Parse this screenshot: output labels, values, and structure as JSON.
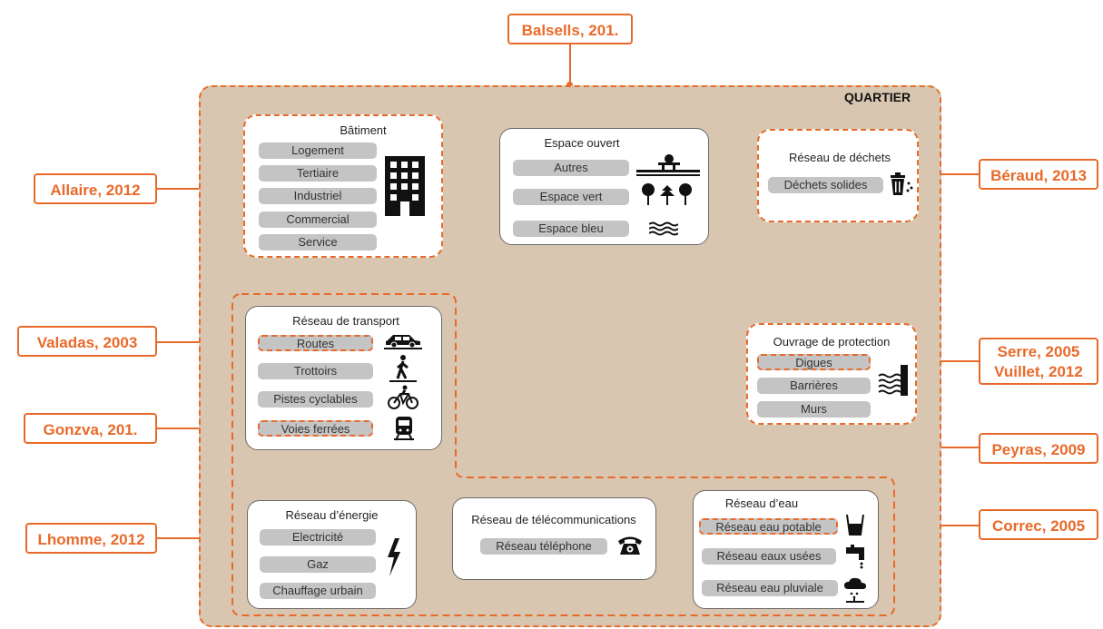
{
  "quartier": {
    "title": "QUARTIER"
  },
  "refs": {
    "balsells": "Balsells, 201.",
    "allaire": "Allaire, 2012",
    "valadas": "Valadas, 2003",
    "gonzva": "Gonzva, 201.",
    "lhomme": "Lhomme, 2012",
    "beraud": "Béraud, 2013",
    "serre": "Serre, 2005",
    "vuillet": "Vuillet, 2012",
    "peyras": "Peyras, 2009",
    "correc": "Correc, 2005"
  },
  "batiment": {
    "title": "Bâtiment",
    "items": [
      "Logement",
      "Tertiaire",
      "Industriel",
      "Commercial",
      "Service"
    ]
  },
  "espace": {
    "title": "Espace ouvert",
    "items": [
      "Autres",
      "Espace vert",
      "Espace bleu"
    ]
  },
  "dechets": {
    "title": "Réseau de déchets",
    "items": [
      "Déchets solides"
    ]
  },
  "transport": {
    "title": "Réseau de transport",
    "items": [
      "Routes",
      "Trottoirs",
      "Pistes cyclables",
      "Voies ferrées"
    ]
  },
  "protection": {
    "title": "Ouvrage de protection",
    "items": [
      "Digues",
      "Barrières",
      "Murs"
    ]
  },
  "energie": {
    "title": "Réseau d’énergie",
    "items": [
      "Electricité",
      "Gaz",
      "Chauffage urbain"
    ]
  },
  "telecom": {
    "title": "Réseau de télécommunications",
    "items": [
      "Réseau téléphone"
    ]
  },
  "eau": {
    "title": "Réseau d’eau",
    "items": [
      "Réseau eau potable",
      "Réseau eaux usées",
      "Réseau eau pluviale"
    ]
  },
  "icons": [
    "building-icon",
    "park-icon",
    "trees-icon",
    "waves-icon",
    "trash-icon",
    "car-icon",
    "pedestrian-icon",
    "bicycle-icon",
    "train-icon",
    "wall-icon",
    "lightning-icon",
    "telephone-icon",
    "water-glass-icon",
    "faucet-icon",
    "rain-cloud-icon"
  ],
  "colors": {
    "accent": "#e86a2a",
    "zone": "#d9c6b0",
    "chip": "#c4c4c4"
  }
}
